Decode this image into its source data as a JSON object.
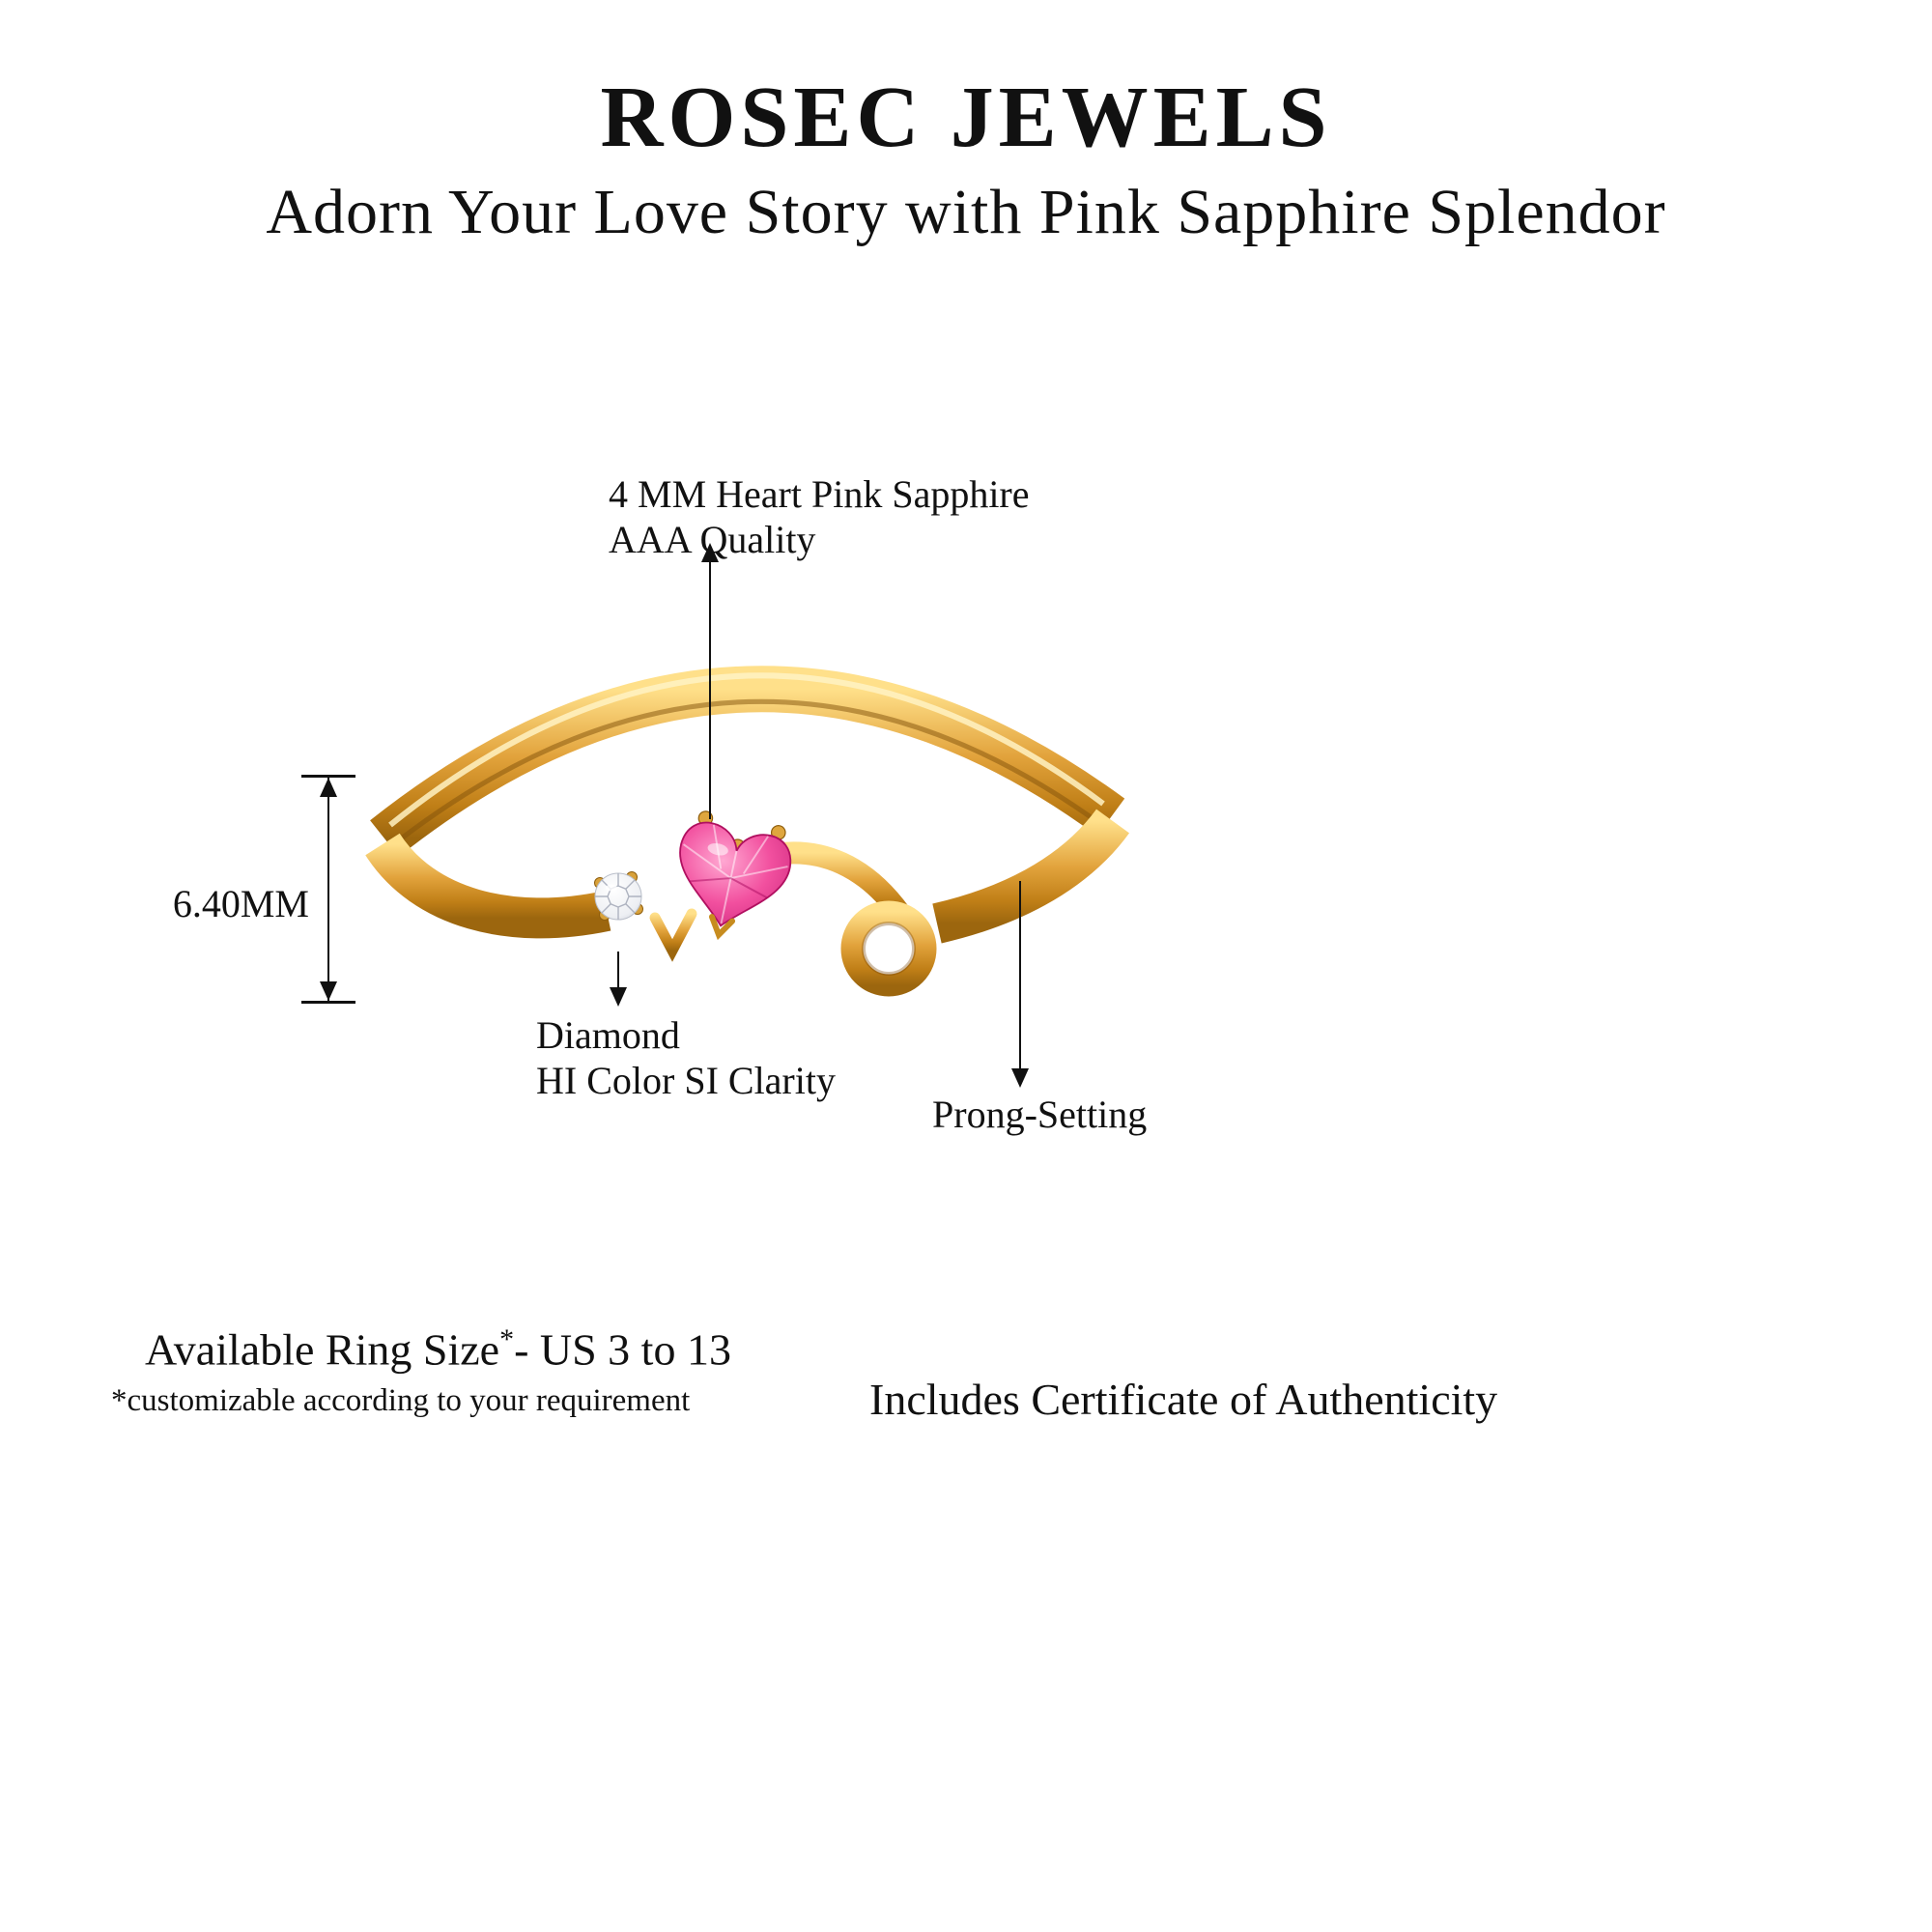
{
  "header": {
    "brand": "ROSEC JEWELS",
    "tagline": "Adorn Your Love Story with Pink Sapphire Splendor"
  },
  "annotations": {
    "sapphire": {
      "line1": "4 MM Heart Pink Sapphire",
      "line2": "AAA Quality"
    },
    "diamond": {
      "line1": "Diamond",
      "line2": "HI Color SI Clarity"
    },
    "prong": {
      "label": "Prong-Setting"
    },
    "dimension": {
      "label": "6.40MM"
    }
  },
  "footer": {
    "ring_size_label": "Available Ring Size",
    "ring_size_asterisk": "*",
    "ring_size_value": "- US 3 to 13",
    "ring_size_note": "*customizable according to your requirement",
    "certificate": "Includes Certificate of Authenticity"
  },
  "colors": {
    "gold": "#E2A33C",
    "gold_light": "#FFE08A",
    "gold_dark": "#9C660E",
    "sapphire_pink": "#F2509F",
    "sapphire_pink_dark": "#C01B72",
    "diamond_white": "#EDEFF3",
    "text": "#111111",
    "background": "#FFFFFF"
  }
}
